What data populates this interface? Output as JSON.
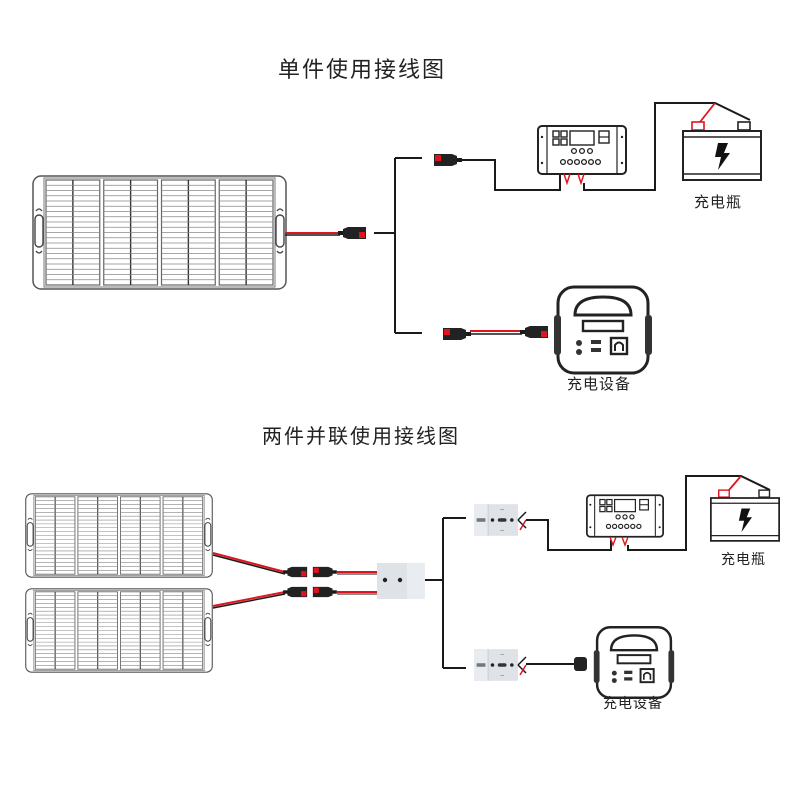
{
  "sections": {
    "single": {
      "title": "单件使用接线图",
      "battery_label": "充电瓶",
      "device_label": "充电设备"
    },
    "parallel": {
      "title": "两件并联使用接线图",
      "battery_label": "充电瓶",
      "device_label": "充电设备"
    }
  },
  "colors": {
    "wire_black": "#1a1a1a",
    "wire_red": "#e0141e",
    "panel_frame": "#555555",
    "panel_cell": "#8a8a8a",
    "anderson_grey": "#d9dde2"
  },
  "icons": {
    "solar_panel": "solar-panel-icon",
    "connector": "mc4-connector-icon",
    "charge_controller": "charge-controller-icon",
    "battery": "battery-icon",
    "power_station": "power-station-icon",
    "anderson_plug": "anderson-plug-icon"
  }
}
